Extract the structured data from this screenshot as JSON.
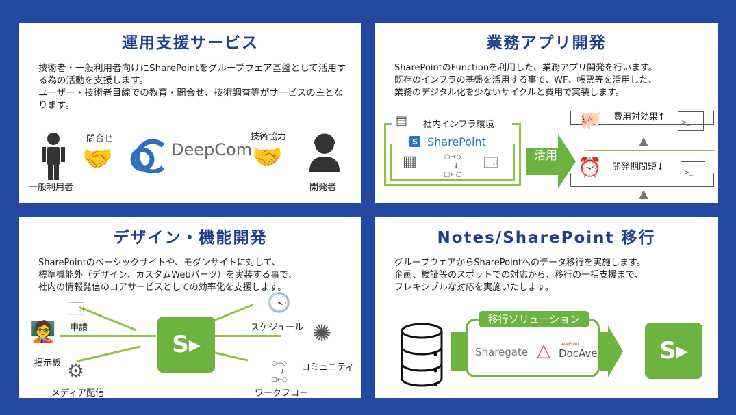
{
  "panels": {
    "ops": {
      "title": "運用支援サービス",
      "desc": [
        "技術者・一般利用者向けにSharePointをグループウェア基盤として活用する為の活動を支援します。",
        "ユーザー・技術者目線での教育・問合せ、技術調査等がサービスの主となります。"
      ],
      "user": "一般利用者",
      "inquiry": "問合せ",
      "logo": "DeepCom",
      "coop": "技術協力",
      "dev": "開発者"
    },
    "app": {
      "title": "業務アプリ開発",
      "desc": [
        "SharePointのFunctionを利用した、業務アプリ開発を行います。",
        "既存のインフラの基盤を活用する事で、WF、帳票等を活用した、",
        "業務のデジタル化を少ないサイクルと費用で実装します。"
      ],
      "infra": "社内インフラ環境",
      "sharepoint": "SharePoint",
      "use": "活用",
      "cost": "費用対効果↑",
      "period": "開発期間短↓"
    },
    "design": {
      "title": "デザイン・機能開発",
      "desc": [
        "SharePointのベーシックサイトや、モダンサイトに対して、",
        "標準機能外（デザイン、カスタムWebパーツ）を実装する事で、",
        "社内の情報発信のコアサービスとしての効率化を支援します。"
      ],
      "apply": "申請",
      "board": "掲示板",
      "media": "メディア配信",
      "schedule": "スケジュール",
      "community": "コミュニティ",
      "workflow": "ワークフロー"
    },
    "migrate": {
      "title": "Notes/SharePoint 移行",
      "desc": [
        "グループウェアからSharePointへのデータ移行を実施します。",
        "企画、検証等のスポットでの対応から、移行の一括支援まで、",
        "フレキシブルな対応を実施いたします。"
      ],
      "solution": "移行ソリューション",
      "tool1": "Sharegate",
      "tool2": "DocAve",
      "tool2_brand": "AvePoint"
    }
  },
  "colors": {
    "background": "#2549a0",
    "title": "#1e3f8f",
    "green": "#6db33f"
  }
}
